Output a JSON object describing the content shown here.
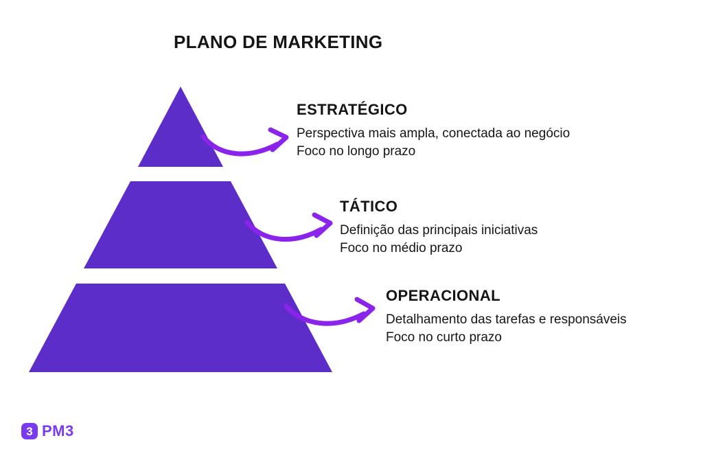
{
  "title": "PLANO DE MARKETING",
  "colors": {
    "background": "#FFFFFF",
    "pyramid": "#5C2DC9",
    "arrow": "#8B24EB",
    "logo": "#7A3BEF",
    "text": "#151515"
  },
  "levels": [
    {
      "heading": "ESTRATÉGICO",
      "line1": "Perspectiva mais ampla, conectada ao negócio",
      "line2": "Foco no longo prazo"
    },
    {
      "heading": "TÁTICO",
      "line1": "Definição das principais iniciativas",
      "line2": "Foco no médio prazo"
    },
    {
      "heading": "OPERACIONAL",
      "line1": "Detalhamento das tarefas e responsáveis",
      "line2": "Foco no curto prazo"
    }
  ],
  "logo": {
    "icon_glyph": "3",
    "text": "PM3"
  }
}
